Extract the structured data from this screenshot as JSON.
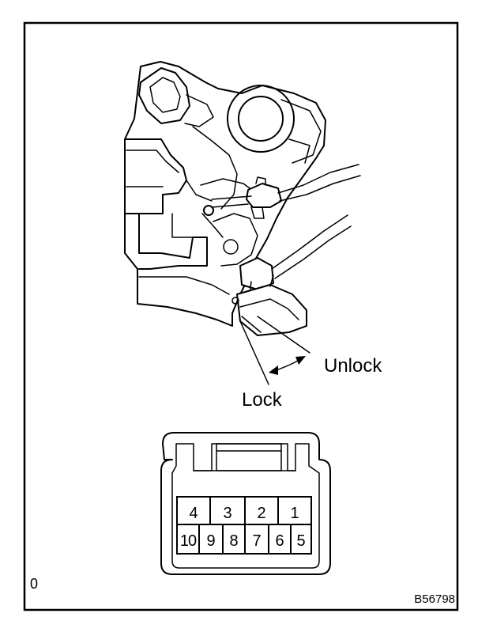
{
  "labels": {
    "unlock": "Unlock",
    "lock": "Lock",
    "corner_mark": "0",
    "figure_code": "B56798"
  },
  "connector": {
    "top_row": [
      "4",
      "3",
      "2",
      "1"
    ],
    "bottom_row": [
      "10",
      "9",
      "8",
      "7",
      "6",
      "5"
    ]
  }
}
